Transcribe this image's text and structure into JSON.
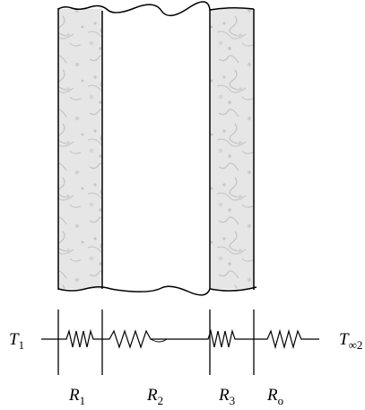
{
  "labels": {
    "t_left": {
      "main": "T",
      "sub": "1"
    },
    "t_right": {
      "main": "T",
      "sub": "∞2"
    },
    "r1": {
      "main": "R",
      "sub": "1"
    },
    "r2": {
      "main": "R",
      "sub": "2"
    },
    "r3": {
      "main": "R",
      "sub": "3"
    },
    "ro": {
      "main": "R",
      "sub": "o"
    }
  },
  "colors": {
    "line": "#000000",
    "wall_fill": "#e4e4e4",
    "wall_texture": "#bdbdbd"
  }
}
